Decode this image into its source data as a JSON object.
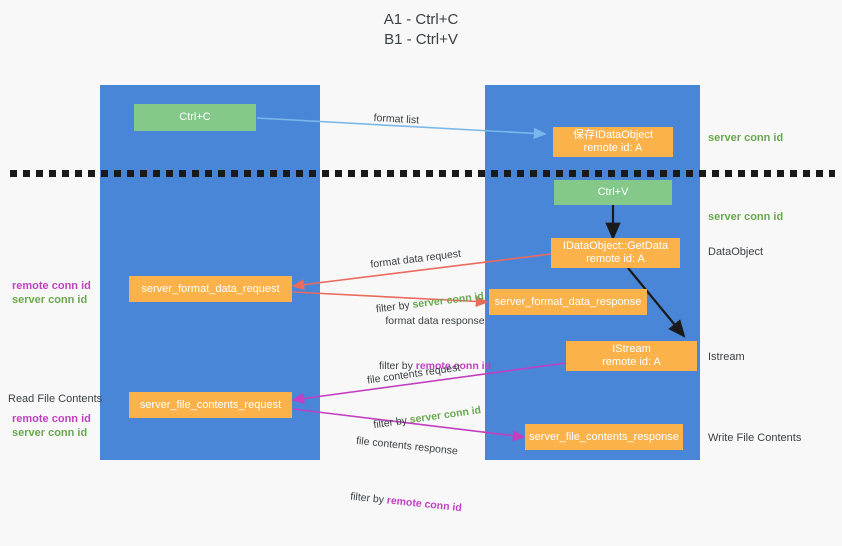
{
  "title": "A1 - Ctrl+C\nB1 - Ctrl+V",
  "columns": [
    {
      "name": "A1",
      "role": "remote"
    },
    {
      "name": "B1",
      "role": "connection"
    }
  ],
  "colors": {
    "lane": "#4a86d8",
    "green_box": "#85c98a",
    "orange_box": "#fbb24b",
    "server_conn_id": "#6aa84f",
    "remote_conn_id": "#c23fc2",
    "blue_arrow": "#7ab8ea",
    "red_arrow": "#ea6a5c",
    "magenta_arrow": "#c23fc2",
    "black_arrow": "#1a1a1a",
    "background": "#f8f8f8"
  },
  "nodes": {
    "ctrl_c": "Ctrl+C",
    "save_idataobject": "保存IDataObject\nremote id: A",
    "ctrl_v": "Ctrl+V",
    "getdata": "IDataObject::GetData\nremote id: A",
    "server_format_data_request": "server_format_data_request",
    "server_format_data_response": "server_format_data_response",
    "istream": "IStream\nremote id: A",
    "server_file_contents_request": "server_file_contents_request",
    "server_file_contents_response": "server_file_contents_response"
  },
  "right_labels": {
    "server_conn_id_1": "server conn id",
    "server_conn_id_2": "server conn id",
    "dataobject": "DataObject",
    "istream": "Istream",
    "write_file_contents": "Write File Contents"
  },
  "left_labels": {
    "remote_conn_id_1": "remote conn id",
    "server_conn_id_1": "server conn id",
    "read_file_contents": "Read File Contents",
    "remote_conn_id_2": "remote conn id",
    "server_conn_id_2": "server conn id"
  },
  "edges": {
    "format_list": "format list",
    "format_data_request": "format data request",
    "format_data_request_filter_prefix": "filter by ",
    "format_data_request_filter_key": "server conn id",
    "format_data_response": "format data response",
    "format_data_response_filter_prefix": "filter by ",
    "format_data_response_filter_key": "remote conn id",
    "file_contents_request": "file contents request",
    "file_contents_request_filter_prefix": "filter by ",
    "file_contents_request_filter_key": "server conn id",
    "file_contents_response": "file contents response",
    "file_contents_response_filter_prefix": "filter by ",
    "file_contents_response_filter_key": "remote conn id"
  }
}
